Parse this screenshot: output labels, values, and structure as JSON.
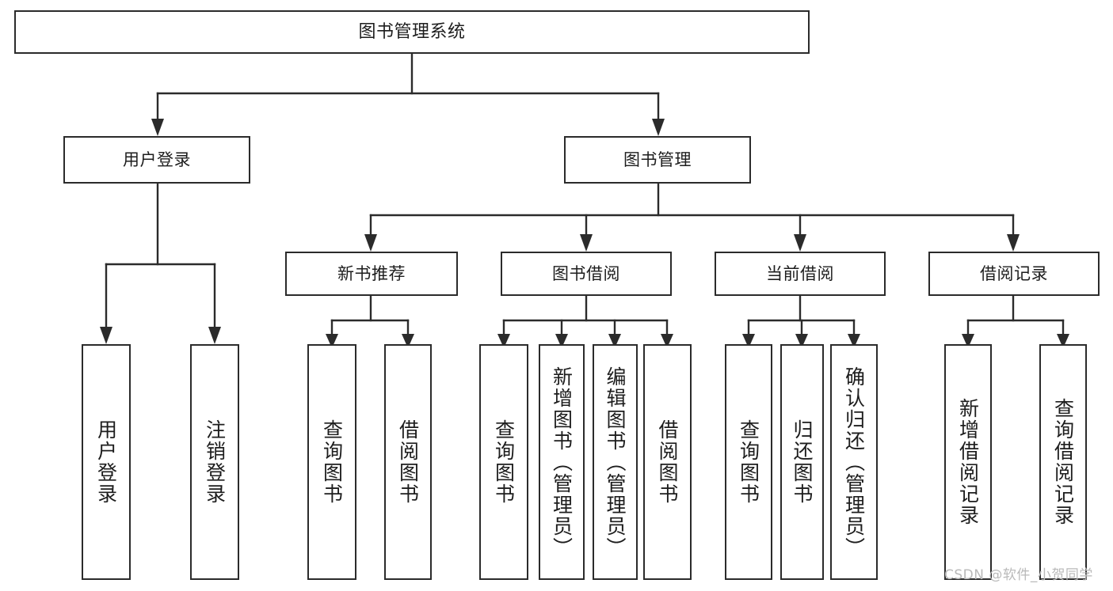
{
  "diagram": {
    "title": "图书管理系统",
    "type": "功能结构图",
    "root": {
      "id": "root",
      "label": "图书管理系统"
    },
    "level2": [
      {
        "id": "user-login",
        "label": "用户登录"
      },
      {
        "id": "book-management",
        "label": "图书管理"
      }
    ],
    "level3": [
      {
        "id": "new-book-recommend",
        "label": "新书推荐"
      },
      {
        "id": "book-borrow",
        "label": "图书借阅"
      },
      {
        "id": "current-borrow",
        "label": "当前借阅"
      },
      {
        "id": "borrow-record",
        "label": "借阅记录"
      }
    ],
    "leaves": {
      "user_login": [
        {
          "id": "leaf-user-login",
          "label": "用户登录"
        },
        {
          "id": "leaf-logout-login",
          "label": "注销登录"
        }
      ],
      "new_book_recommend": [
        {
          "id": "leaf-query-book-1",
          "label": "查询图书"
        },
        {
          "id": "leaf-borrow-book-1",
          "label": "借阅图书"
        }
      ],
      "book_borrow": [
        {
          "id": "leaf-query-book-2",
          "label": "查询图书"
        },
        {
          "id": "leaf-add-book",
          "label": "新增图书（管理员）"
        },
        {
          "id": "leaf-edit-book",
          "label": "编辑图书（管理员）"
        },
        {
          "id": "leaf-borrow-book-2",
          "label": "借阅图书"
        }
      ],
      "current_borrow": [
        {
          "id": "leaf-query-book-3",
          "label": "查询图书"
        },
        {
          "id": "leaf-return-book",
          "label": "归还图书"
        },
        {
          "id": "leaf-confirm-return",
          "label": "确认归还（管理员）"
        }
      ],
      "borrow_record": [
        {
          "id": "leaf-add-record",
          "label": "新增借阅记录"
        },
        {
          "id": "leaf-query-record",
          "label": "查询借阅记录"
        }
      ]
    }
  },
  "watermark": {
    "text": "CSDN @软件_小贺同学"
  },
  "colors": {
    "background": "#ffffff",
    "box_fill": "#ffffff",
    "box_stroke": "#2b2b2b",
    "connector": "#2b2b2b",
    "text": "#1d1d1d",
    "watermark": "#b9b9b9"
  }
}
